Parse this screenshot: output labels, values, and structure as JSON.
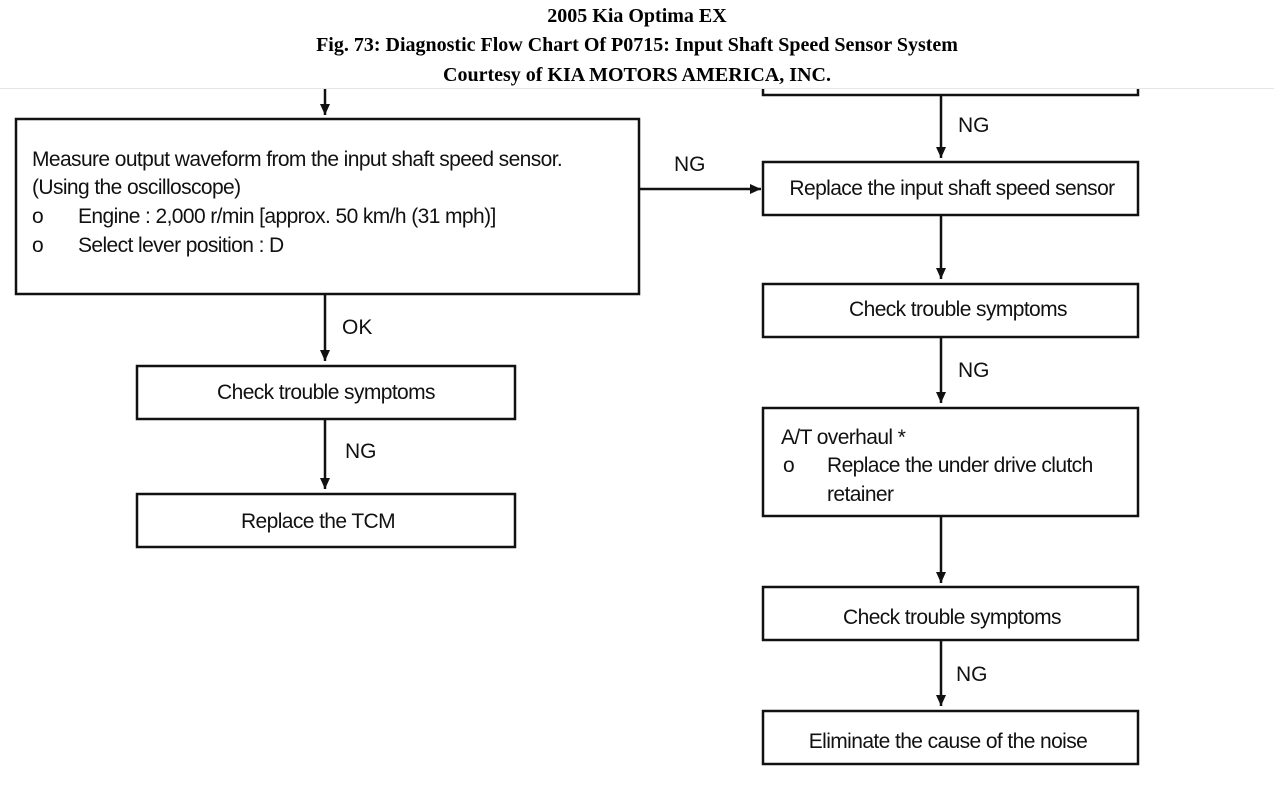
{
  "header": {
    "vehicle": "2005 Kia Optima EX",
    "figure_title": "Fig. 73: Diagnostic Flow Chart Of P0715: Input Shaft Speed Sensor System",
    "courtesy": "Courtesy of KIA MOTORS AMERICA, INC."
  },
  "left": {
    "measure_box": {
      "line1": "Measure output waveform from the input shaft speed sensor.",
      "line2": "(Using the oscilloscope)",
      "bullet1_marker": "o",
      "bullet1_text": "Engine : 2,000 r/min [approx. 50 km/h (31 mph)]",
      "bullet2_marker": "o",
      "bullet2_text": "Select lever position : D"
    },
    "ok_label": "OK",
    "check_box": "Check trouble symptoms",
    "ng_label": "NG",
    "replace_tcm": "Replace the TCM"
  },
  "branch_ng_label": "NG",
  "right": {
    "top_ng_label": "NG",
    "replace_sensor": "Replace the input shaft speed sensor",
    "check1": "Check trouble symptoms",
    "ng1_label": "NG",
    "overhaul": {
      "title": "A/T overhaul *",
      "marker": "o",
      "line1": "Replace the under drive clutch",
      "line2": "retainer"
    },
    "check2": "Check trouble symptoms",
    "ng2_label": "NG",
    "eliminate": "Eliminate the cause of the noise"
  }
}
